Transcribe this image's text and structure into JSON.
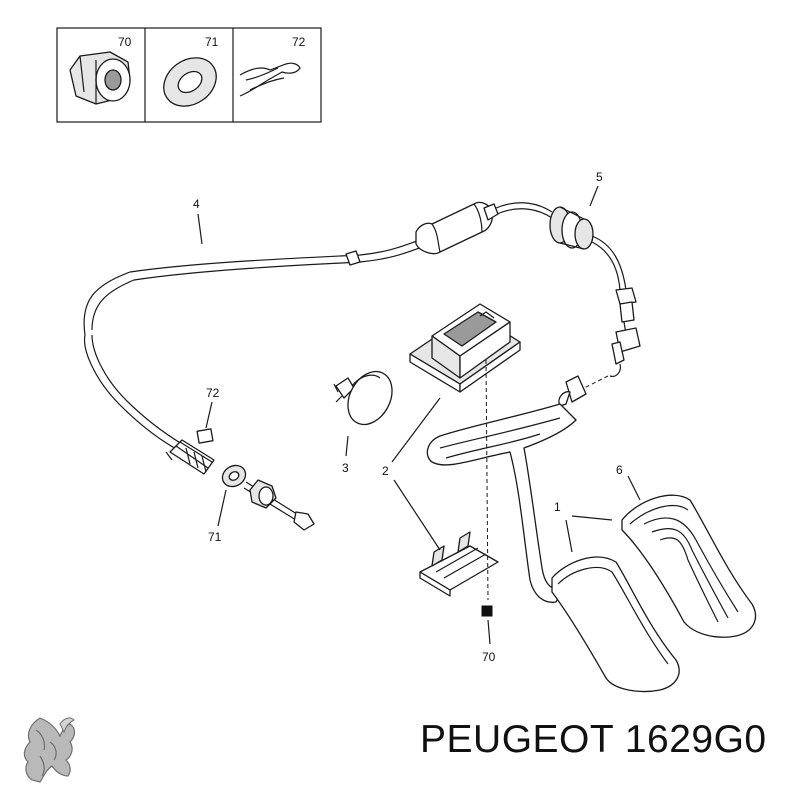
{
  "legend": {
    "items": [
      {
        "number": "70"
      },
      {
        "number": "71"
      },
      {
        "number": "72"
      }
    ]
  },
  "callouts": {
    "cable": "4",
    "grommet": "5",
    "pad_3": "3",
    "bracket_2": "2",
    "pedal_1": "1",
    "pedal_cover_6": "6",
    "clip_72": "72",
    "washer_71": "71",
    "nut_70": "70"
  },
  "brand": {
    "caption": "PEUGEOT 1629G0"
  },
  "colors": {
    "line": "#1a1a1a",
    "shade": "#e6e6e6",
    "dark": "#9a9a9a",
    "background": "#ffffff"
  }
}
